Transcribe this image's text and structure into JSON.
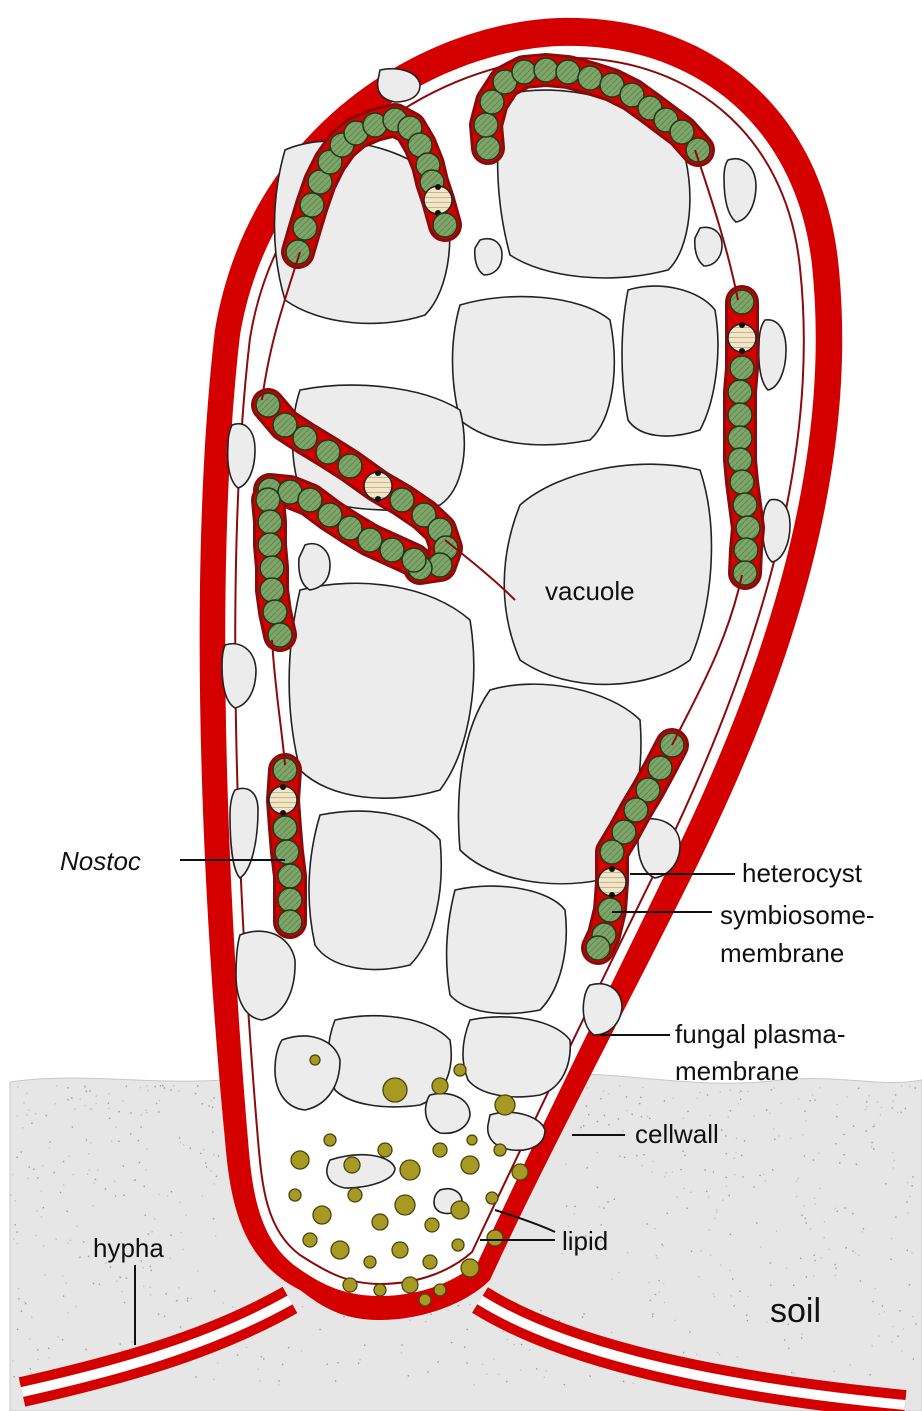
{
  "labels": {
    "vacuole": "vacuole",
    "nostoc": "Nostoc",
    "heterocyst": "heterocyst",
    "symbiosome_line1": "symbiosome-",
    "symbiosome_line2": "membrane",
    "fungal_line1": "fungal plasma-",
    "fungal_line2": "membrane",
    "cellwall": "cellwall",
    "hypha": "hypha",
    "lipid": "lipid",
    "soil": "soil"
  },
  "colors": {
    "cellwall_red": "#d40000",
    "cell_dark_red": "#8a0b0b",
    "cyanobacterium_green": "#7fa56a",
    "heterocyst_fill": "#f3e6c8",
    "lipid_olive": "#a69a22",
    "vacuole_gray": "#ececec",
    "soil_gray": "#e6e6e6"
  }
}
